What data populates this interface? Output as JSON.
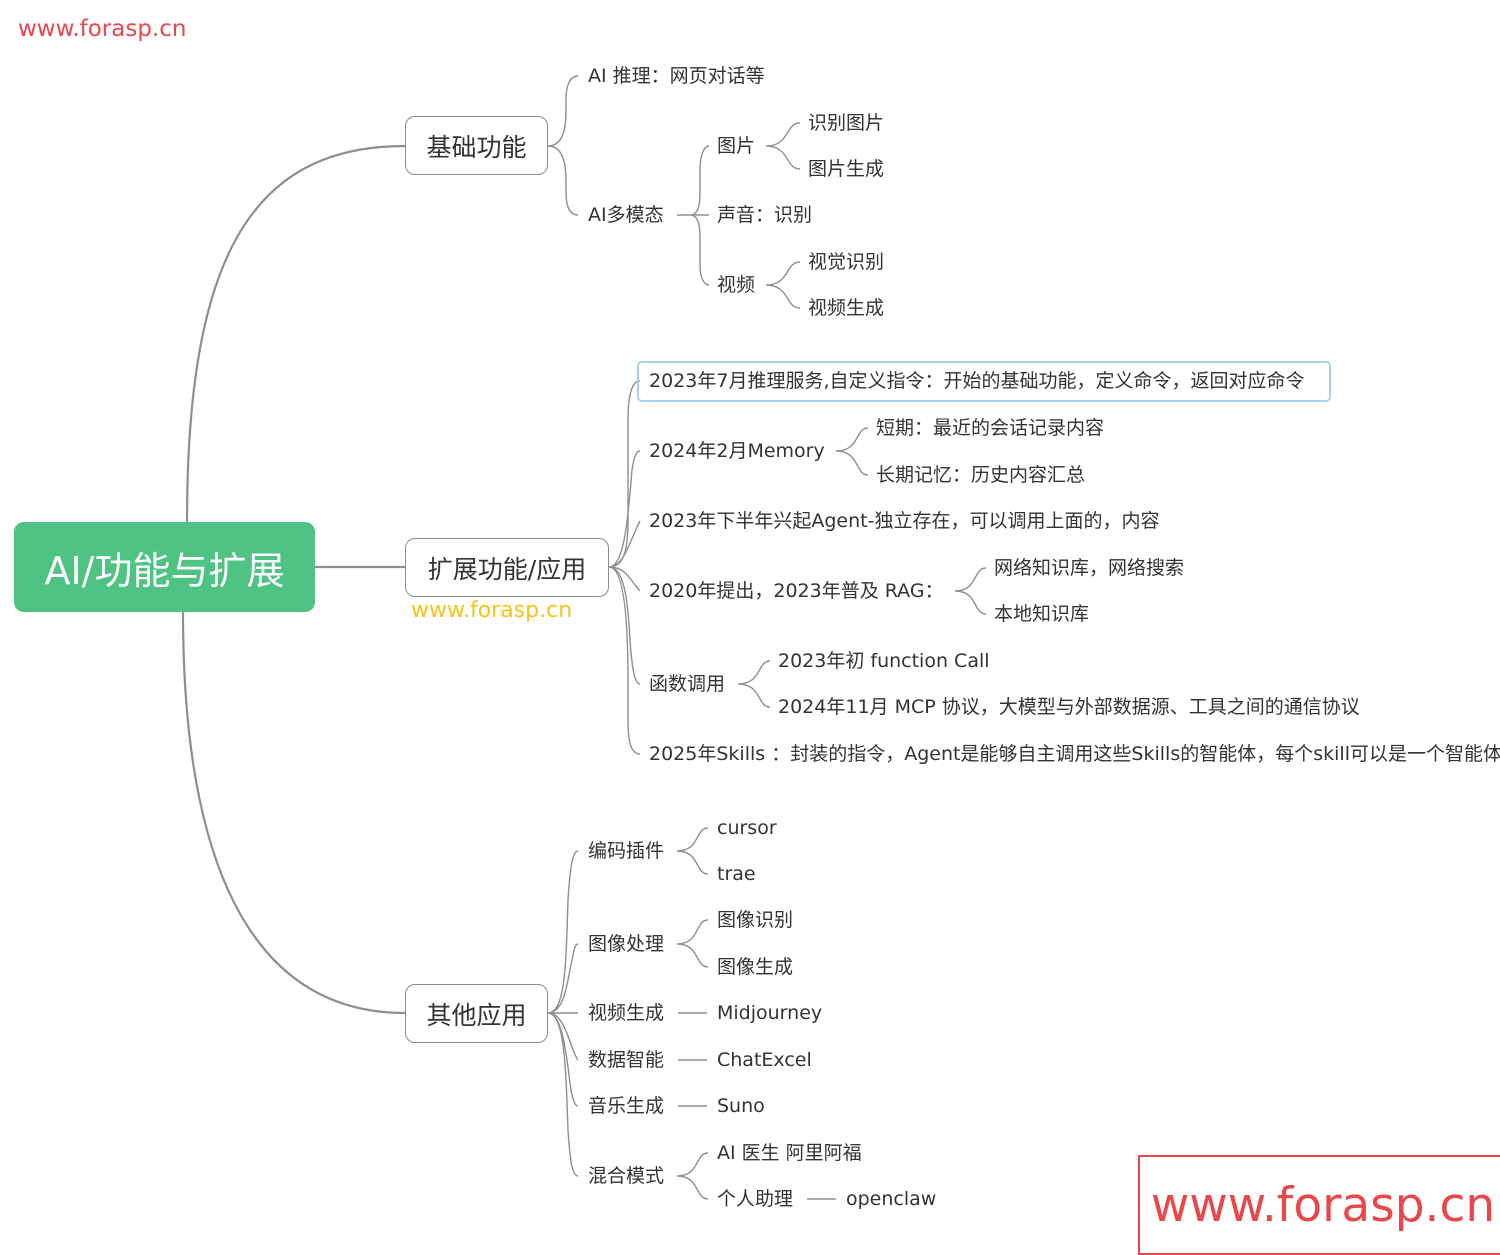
{
  "watermarks": {
    "top_left": "www.forasp.cn",
    "middle": "www.forasp.cn",
    "bottom_right": "www.forasp.cn"
  },
  "root": {
    "label": "AI/功能与扩展"
  },
  "basic": {
    "label": "基础功能",
    "reasoning": "AI 推理：网页对话等",
    "multimodal": {
      "label": "AI多模态",
      "image": {
        "label": "图片",
        "recognize": "识别图片",
        "generate": "图片生成"
      },
      "audio": "声音：识别",
      "video": {
        "label": "视频",
        "recognize": "视觉识别",
        "generate": "视频生成"
      }
    }
  },
  "extension": {
    "label": "扩展功能/应用",
    "prompt_service": "2023年7月推理服务,自定义指令：开始的基础功能，定义命令，返回对应命令",
    "memory": {
      "label": "2024年2月Memory",
      "short": "短期：最近的会话记录内容",
      "long": "长期记忆：历史内容汇总"
    },
    "agent": "2023年下半年兴起Agent-独立存在，可以调用上面的，内容",
    "rag": {
      "label": "2020年提出，2023年普及 RAG：",
      "web": "网络知识库，网络搜索",
      "local": "本地知识库"
    },
    "function": {
      "label": "函数调用",
      "call": "2023年初 function Call",
      "mcp": "2024年11月 MCP 协议，大模型与外部数据源、工具之间的通信协议"
    },
    "skills": "2025年Skills ：封装的指令，Agent是能够自主调用这些Skills的智能体，每个skill可以是一个智能体"
  },
  "other": {
    "label": "其他应用",
    "coding": {
      "label": "编码插件",
      "a": "cursor",
      "b": "trae"
    },
    "imaging": {
      "label": "图像处理",
      "a": "图像识别",
      "b": "图像生成"
    },
    "video": {
      "label": "视频生成",
      "a": "Midjourney"
    },
    "data": {
      "label": "数据智能",
      "a": "ChatExcel"
    },
    "music": {
      "label": "音乐生成",
      "a": "Suno"
    },
    "mixed": {
      "label": "混合模式",
      "doctor": "AI 医生 阿里阿福",
      "assistant": "个人助理",
      "assistant_tool": "openclaw"
    }
  }
}
